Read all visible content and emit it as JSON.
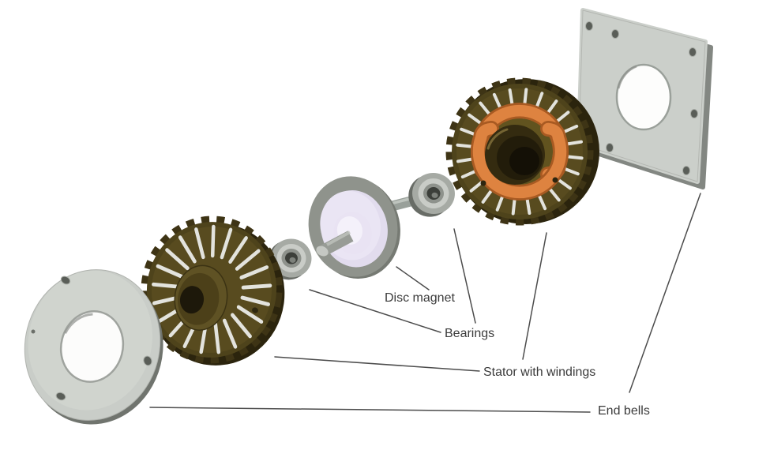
{
  "diagram": {
    "subject": "Exploded view of a disc magnet stepper motor",
    "labels": [
      {
        "id": "disc-magnet",
        "text": "Disc magnet"
      },
      {
        "id": "bearings",
        "text": "Bearings"
      },
      {
        "id": "stator-with-windings",
        "text": "Stator with windings"
      },
      {
        "id": "end-bells",
        "text": "End bells"
      }
    ],
    "parts_shown": [
      "Round end bell (front)",
      "Stator (front)",
      "Bearing (front)",
      "Disc magnet on shaft",
      "Bearing (rear)",
      "Stator with windings (rear)",
      "Square end bell (rear)"
    ],
    "colors": {
      "background": "#ffffff",
      "stator_body": "#4e431b",
      "stator_dark": "#2b240d",
      "slot_white": "#e3e3dd",
      "winding_orange": "#de8340",
      "winding_orange_dark": "#a85a22",
      "metal_light": "#c9cdc8",
      "metal_mid": "#8f938c",
      "magnet_lavender": "#e2dcee",
      "leader_line": "#4c4c4c",
      "label_text": "#3b3b3b"
    }
  }
}
